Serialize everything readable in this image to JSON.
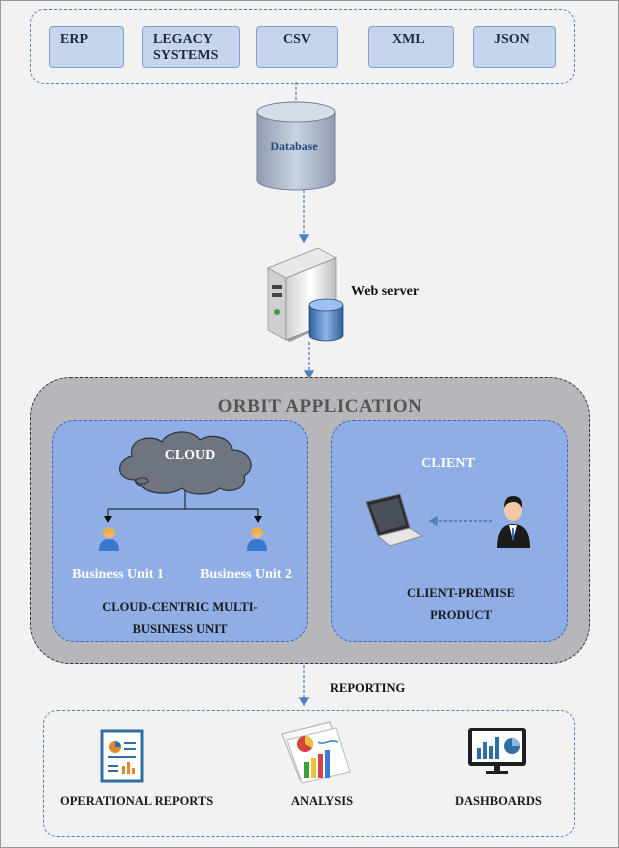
{
  "sources": [
    "ERP",
    "LEGACY SYSTEMS",
    "CSV",
    "XML",
    "JSON"
  ],
  "database_label": "Database",
  "webserver_label": "Web server",
  "orbit": {
    "title": "ORBIT APPLICATION",
    "cloud_panel": {
      "cloud_label": "CLOUD",
      "unit1": "Business Unit 1",
      "unit2": "Business Unit 2",
      "caption_line1": "CLOUD-CENTRIC MULTI-",
      "caption_line2": "BUSINESS UNIT"
    },
    "client_panel": {
      "title": "CLIENT",
      "caption_line1": "CLIENT-PREMISE",
      "caption_line2": "PRODUCT"
    }
  },
  "reporting_label": "REPORTING",
  "outputs": [
    "OPERATIONAL REPORTS",
    "ANALYSIS",
    "DASHBOARDS"
  ],
  "icons": [
    "database-icon",
    "server-icon",
    "cloud-icon",
    "user-icon",
    "laptop-icon",
    "businessman-icon",
    "report-icon",
    "analysis-icon",
    "dashboard-icon"
  ]
}
